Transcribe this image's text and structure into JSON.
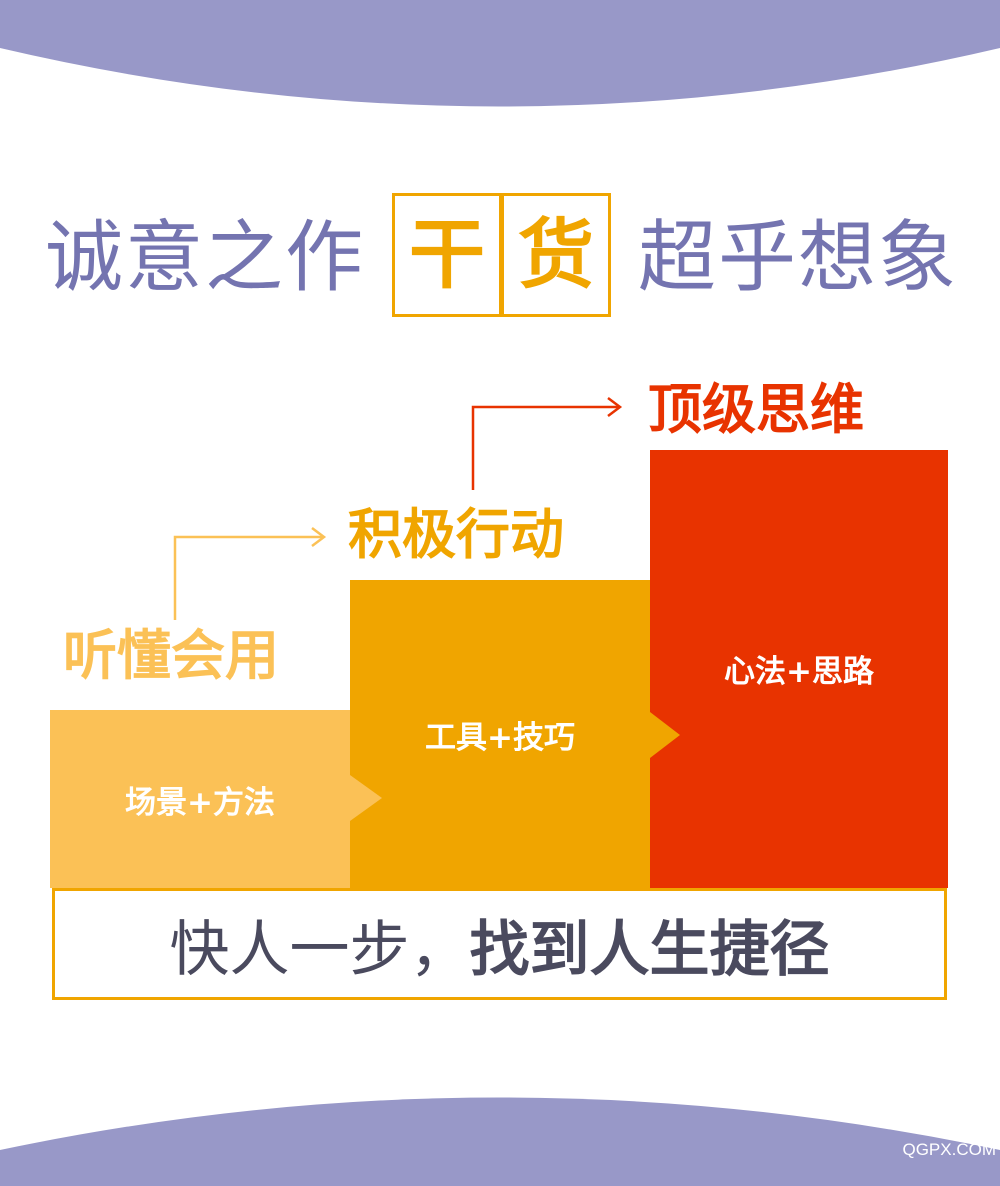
{
  "header": {
    "left": "诚意之作",
    "box_chars": [
      "干",
      "货"
    ],
    "right": "超乎想象"
  },
  "steps": [
    {
      "label": "听懂会用",
      "content": "场景+方法",
      "color": "#fbc156"
    },
    {
      "label": "积极行动",
      "content": "工具+技巧",
      "color": "#f0a500"
    },
    {
      "label": "顶级思维",
      "content": "心法+思路",
      "color": "#e83300"
    }
  ],
  "footer": {
    "normal": "快人一步，",
    "bold": "找到人生捷径"
  },
  "watermark": "QGPX.COM",
  "colors": {
    "band": "#9898c8",
    "title": "#7474b0",
    "accent": "#f0a500"
  }
}
